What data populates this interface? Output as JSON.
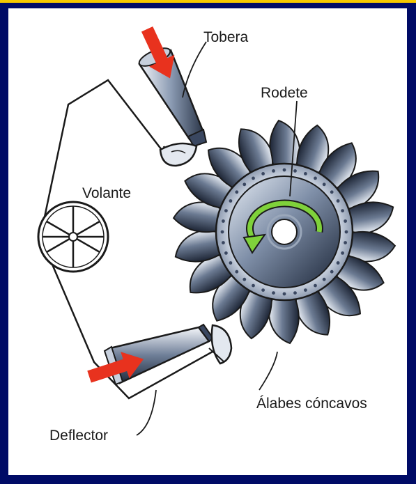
{
  "labels": {
    "tobera": "Tobera",
    "rodete": "Rodete",
    "volante": "Volante",
    "alabes": "Álabes cóncavos",
    "deflector": "Deflector"
  },
  "colors": {
    "frame": "#000b66",
    "accent_border": "#f5c800",
    "water_arrow": "#e8321e",
    "rotation_arrow": "#7fd13b",
    "metal_dark": "#2a3548",
    "metal_light": "#dde3ec"
  },
  "icons": {
    "rotation": "rotation-arrow-icon",
    "jet_top": "water-jet-arrow-icon",
    "jet_bottom": "water-jet-arrow-icon"
  }
}
